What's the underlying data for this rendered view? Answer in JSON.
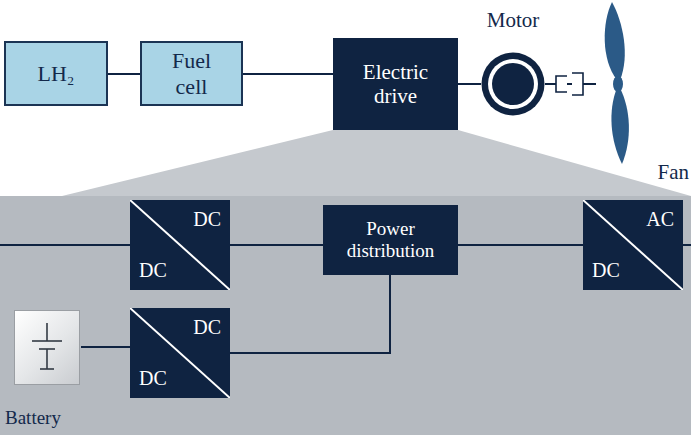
{
  "diagram": {
    "nodes": [
      {
        "text": [
          "LH₂"
        ]
      },
      {
        "text": [
          "Fuel cell"
        ]
      },
      {
        "text": [
          "Electric drive"
        ]
      },
      {
        "text": [
          "Motor"
        ]
      },
      {
        "text": [
          "Fan"
        ]
      },
      {
        "text": [
          "DC",
          "DC"
        ]
      },
      {
        "text": [
          "Power distribution"
        ]
      },
      {
        "text": [
          "AC",
          "DC"
        ]
      },
      {
        "text": [
          "Battery"
        ]
      },
      {
        "text": [
          "DC",
          "DC"
        ]
      }
    ],
    "edges": [
      {
        "from": 0,
        "to": 1,
        "arrow": "none"
      },
      {
        "from": 1,
        "to": 2,
        "arrow": "none"
      },
      {
        "from": 2,
        "to": 3,
        "arrow": "none"
      },
      {
        "from": 3,
        "to": 4,
        "arrow": "none"
      },
      {
        "from": 5,
        "to": 6,
        "arrow": "none"
      },
      {
        "from": 6,
        "to": 7,
        "arrow": "none"
      },
      {
        "from": 8,
        "to": 9,
        "arrow": "none"
      },
      {
        "from": 9,
        "to": 6,
        "arrow": "none"
      }
    ]
  }
}
